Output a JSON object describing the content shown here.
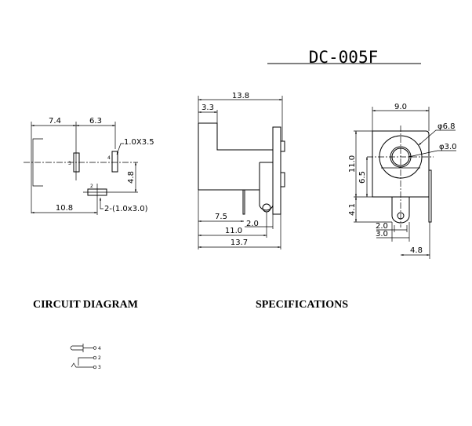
{
  "title": "DC-005F",
  "footprint": {
    "dim_a": "7.4",
    "dim_b": "6.3",
    "dim_c": "4.8",
    "dim_d": "10.8",
    "pin_size_4": "1.0X3.5",
    "pin_size_23": "2-(1.0x3.0)",
    "pin3": "3",
    "pin4": "4",
    "pin2": "2"
  },
  "side_view": {
    "overall": "13.8",
    "step": "3.3",
    "pin_pos": "7.5",
    "gap": "2.0",
    "mid": "11.0",
    "bottom": "13.7"
  },
  "front_view": {
    "width": "9.0",
    "height": "11.0",
    "center_h": "6.5",
    "pin_h": "4.1",
    "pin_w1": "2.0",
    "pin_w2": "3.0",
    "offset": "4.8",
    "outer_dia": "φ6.8",
    "inner_dia": "φ3.0"
  },
  "headings": {
    "circuit": "CIRCUIT DIAGRAM",
    "specs": "SPECIFICATIONS"
  },
  "circuit": {
    "pin4": "4",
    "pin2": "2",
    "pin3": "3"
  }
}
